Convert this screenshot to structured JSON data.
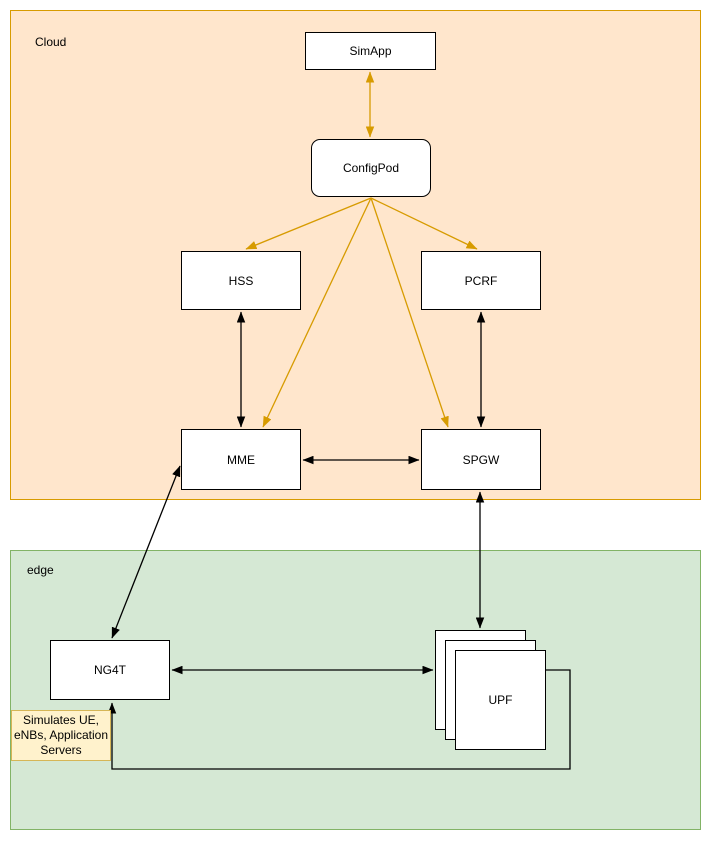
{
  "regions": {
    "cloud": {
      "label": "Cloud",
      "fill": "#FFE6CC",
      "stroke": "#D79B00"
    },
    "edge": {
      "label": "edge",
      "fill": "#D5E8D4",
      "stroke": "#82B366"
    }
  },
  "nodes": {
    "simapp": {
      "label": "SimApp",
      "region": "cloud",
      "shape": "rectangle"
    },
    "configpod": {
      "label": "ConfigPod",
      "region": "cloud",
      "shape": "rounded-rectangle"
    },
    "hss": {
      "label": "HSS",
      "region": "cloud",
      "shape": "rectangle"
    },
    "pcrf": {
      "label": "PCRF",
      "region": "cloud",
      "shape": "rectangle"
    },
    "mme": {
      "label": "MME",
      "region": "cloud",
      "shape": "rectangle"
    },
    "spgw": {
      "label": "SPGW",
      "region": "cloud",
      "shape": "rectangle"
    },
    "ng4t": {
      "label": "NG4T",
      "region": "edge",
      "shape": "rectangle"
    },
    "upf": {
      "label": "UPF",
      "region": "edge",
      "shape": "stacked-rectangles",
      "stack_count": 3
    }
  },
  "note": {
    "text": "Simulates UE, eNBs, Application Servers",
    "lines": [
      "Simulates UE,",
      "eNBs, Application",
      "Servers"
    ],
    "fill": "#FFF2CC",
    "stroke": "#D6B656",
    "attached_to": "ng4t"
  },
  "connections": [
    {
      "from": "SimApp",
      "to": "ConfigPod",
      "color": "#D79B00",
      "arrows": "both"
    },
    {
      "from": "ConfigPod",
      "to": "HSS",
      "color": "#D79B00",
      "arrows": "end"
    },
    {
      "from": "ConfigPod",
      "to": "PCRF",
      "color": "#D79B00",
      "arrows": "end"
    },
    {
      "from": "ConfigPod",
      "to": "MME",
      "color": "#D79B00",
      "arrows": "end"
    },
    {
      "from": "ConfigPod",
      "to": "SPGW",
      "color": "#D79B00",
      "arrows": "end"
    },
    {
      "from": "HSS",
      "to": "MME",
      "color": "#000000",
      "arrows": "both"
    },
    {
      "from": "PCRF",
      "to": "SPGW",
      "color": "#000000",
      "arrows": "both"
    },
    {
      "from": "MME",
      "to": "SPGW",
      "color": "#000000",
      "arrows": "both"
    },
    {
      "from": "SPGW",
      "to": "UPF",
      "color": "#000000",
      "arrows": "both"
    },
    {
      "from": "MME",
      "to": "NG4T",
      "color": "#000000",
      "arrows": "both"
    },
    {
      "from": "NG4T",
      "to": "UPF",
      "color": "#000000",
      "arrows": "both"
    },
    {
      "from": "UPF",
      "to": "NG4T",
      "color": "#000000",
      "arrows": "end",
      "route": "right-bottom-loop"
    }
  ],
  "colors": {
    "background": "#FFFFFF",
    "node_fill": "#FFFFFF",
    "node_stroke": "#000000",
    "config_link": "#D79B00",
    "signal_link": "#000000"
  }
}
